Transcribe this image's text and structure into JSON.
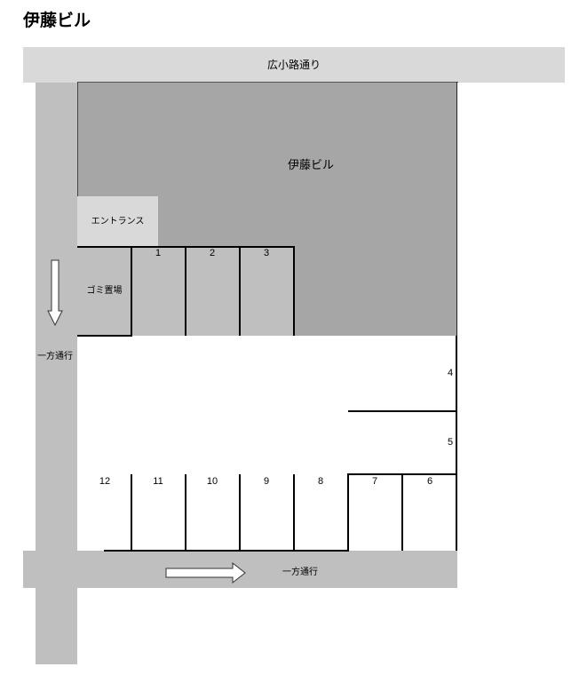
{
  "title": "伊藤ビル",
  "roads": {
    "top": {
      "label": "広小路通り",
      "color": "#d9d9d9"
    },
    "left": {
      "label": "一方通行",
      "direction": "down",
      "color": "#bfbfbf"
    },
    "bottom": {
      "label": "一方通行",
      "direction": "right",
      "color": "#bfbfbf"
    }
  },
  "building": {
    "label": "伊藤ビル",
    "color": "#a6a6a6"
  },
  "entrance": {
    "label": "エントランス",
    "color": "#d9d9d9"
  },
  "garbage": {
    "label": "ゴミ置場"
  },
  "parking": {
    "upper_row": [
      "1",
      "2",
      "3"
    ],
    "right_column": [
      "4",
      "5"
    ],
    "lower_right": [
      "7",
      "6"
    ],
    "lower_row": [
      "12",
      "11",
      "10",
      "9",
      "8"
    ]
  },
  "icons": {
    "arrow_down": "arrow-down-icon",
    "arrow_right": "arrow-right-icon"
  }
}
